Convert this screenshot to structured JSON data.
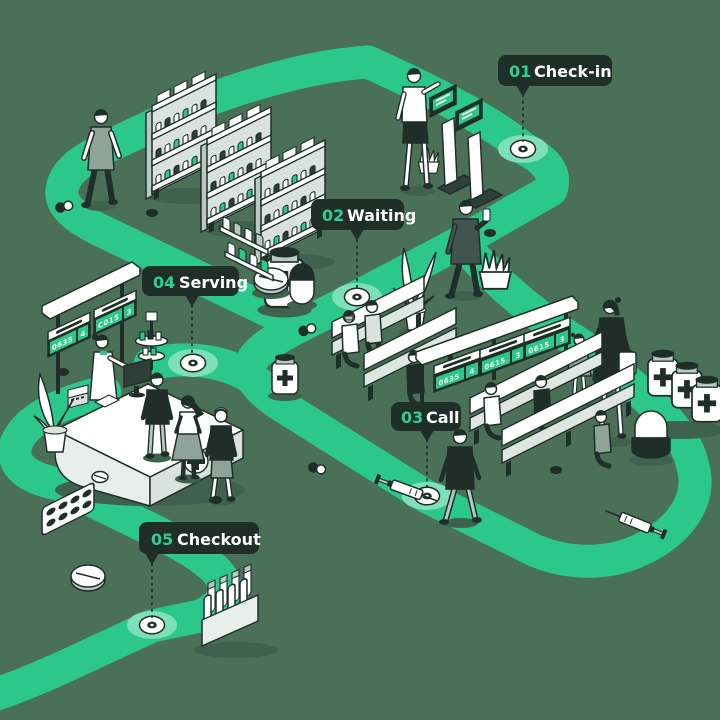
{
  "illustration": {
    "title": "pharmacy patient flow map",
    "background_color": "#4A7158",
    "path_color": "#2BC78B",
    "accent_color": "#2FCF92",
    "ink_color": "#1F2E29"
  },
  "steps": [
    {
      "number": "01",
      "label": "Check-in"
    },
    {
      "number": "02",
      "label": "Waiting"
    },
    {
      "number": "03",
      "label": "Call"
    },
    {
      "number": "04",
      "label": "Serving"
    },
    {
      "number": "05",
      "label": "Checkout"
    }
  ],
  "queue_displays": {
    "counter_boards": [
      {
        "code": "0635",
        "desk": "4"
      },
      {
        "code": "0615",
        "desk": "3"
      },
      {
        "code": "0615",
        "desk": "3"
      }
    ],
    "overhead_boards": [
      {
        "code": "0635",
        "desk": "4"
      },
      {
        "code": "C015",
        "desk": "3"
      }
    ]
  }
}
